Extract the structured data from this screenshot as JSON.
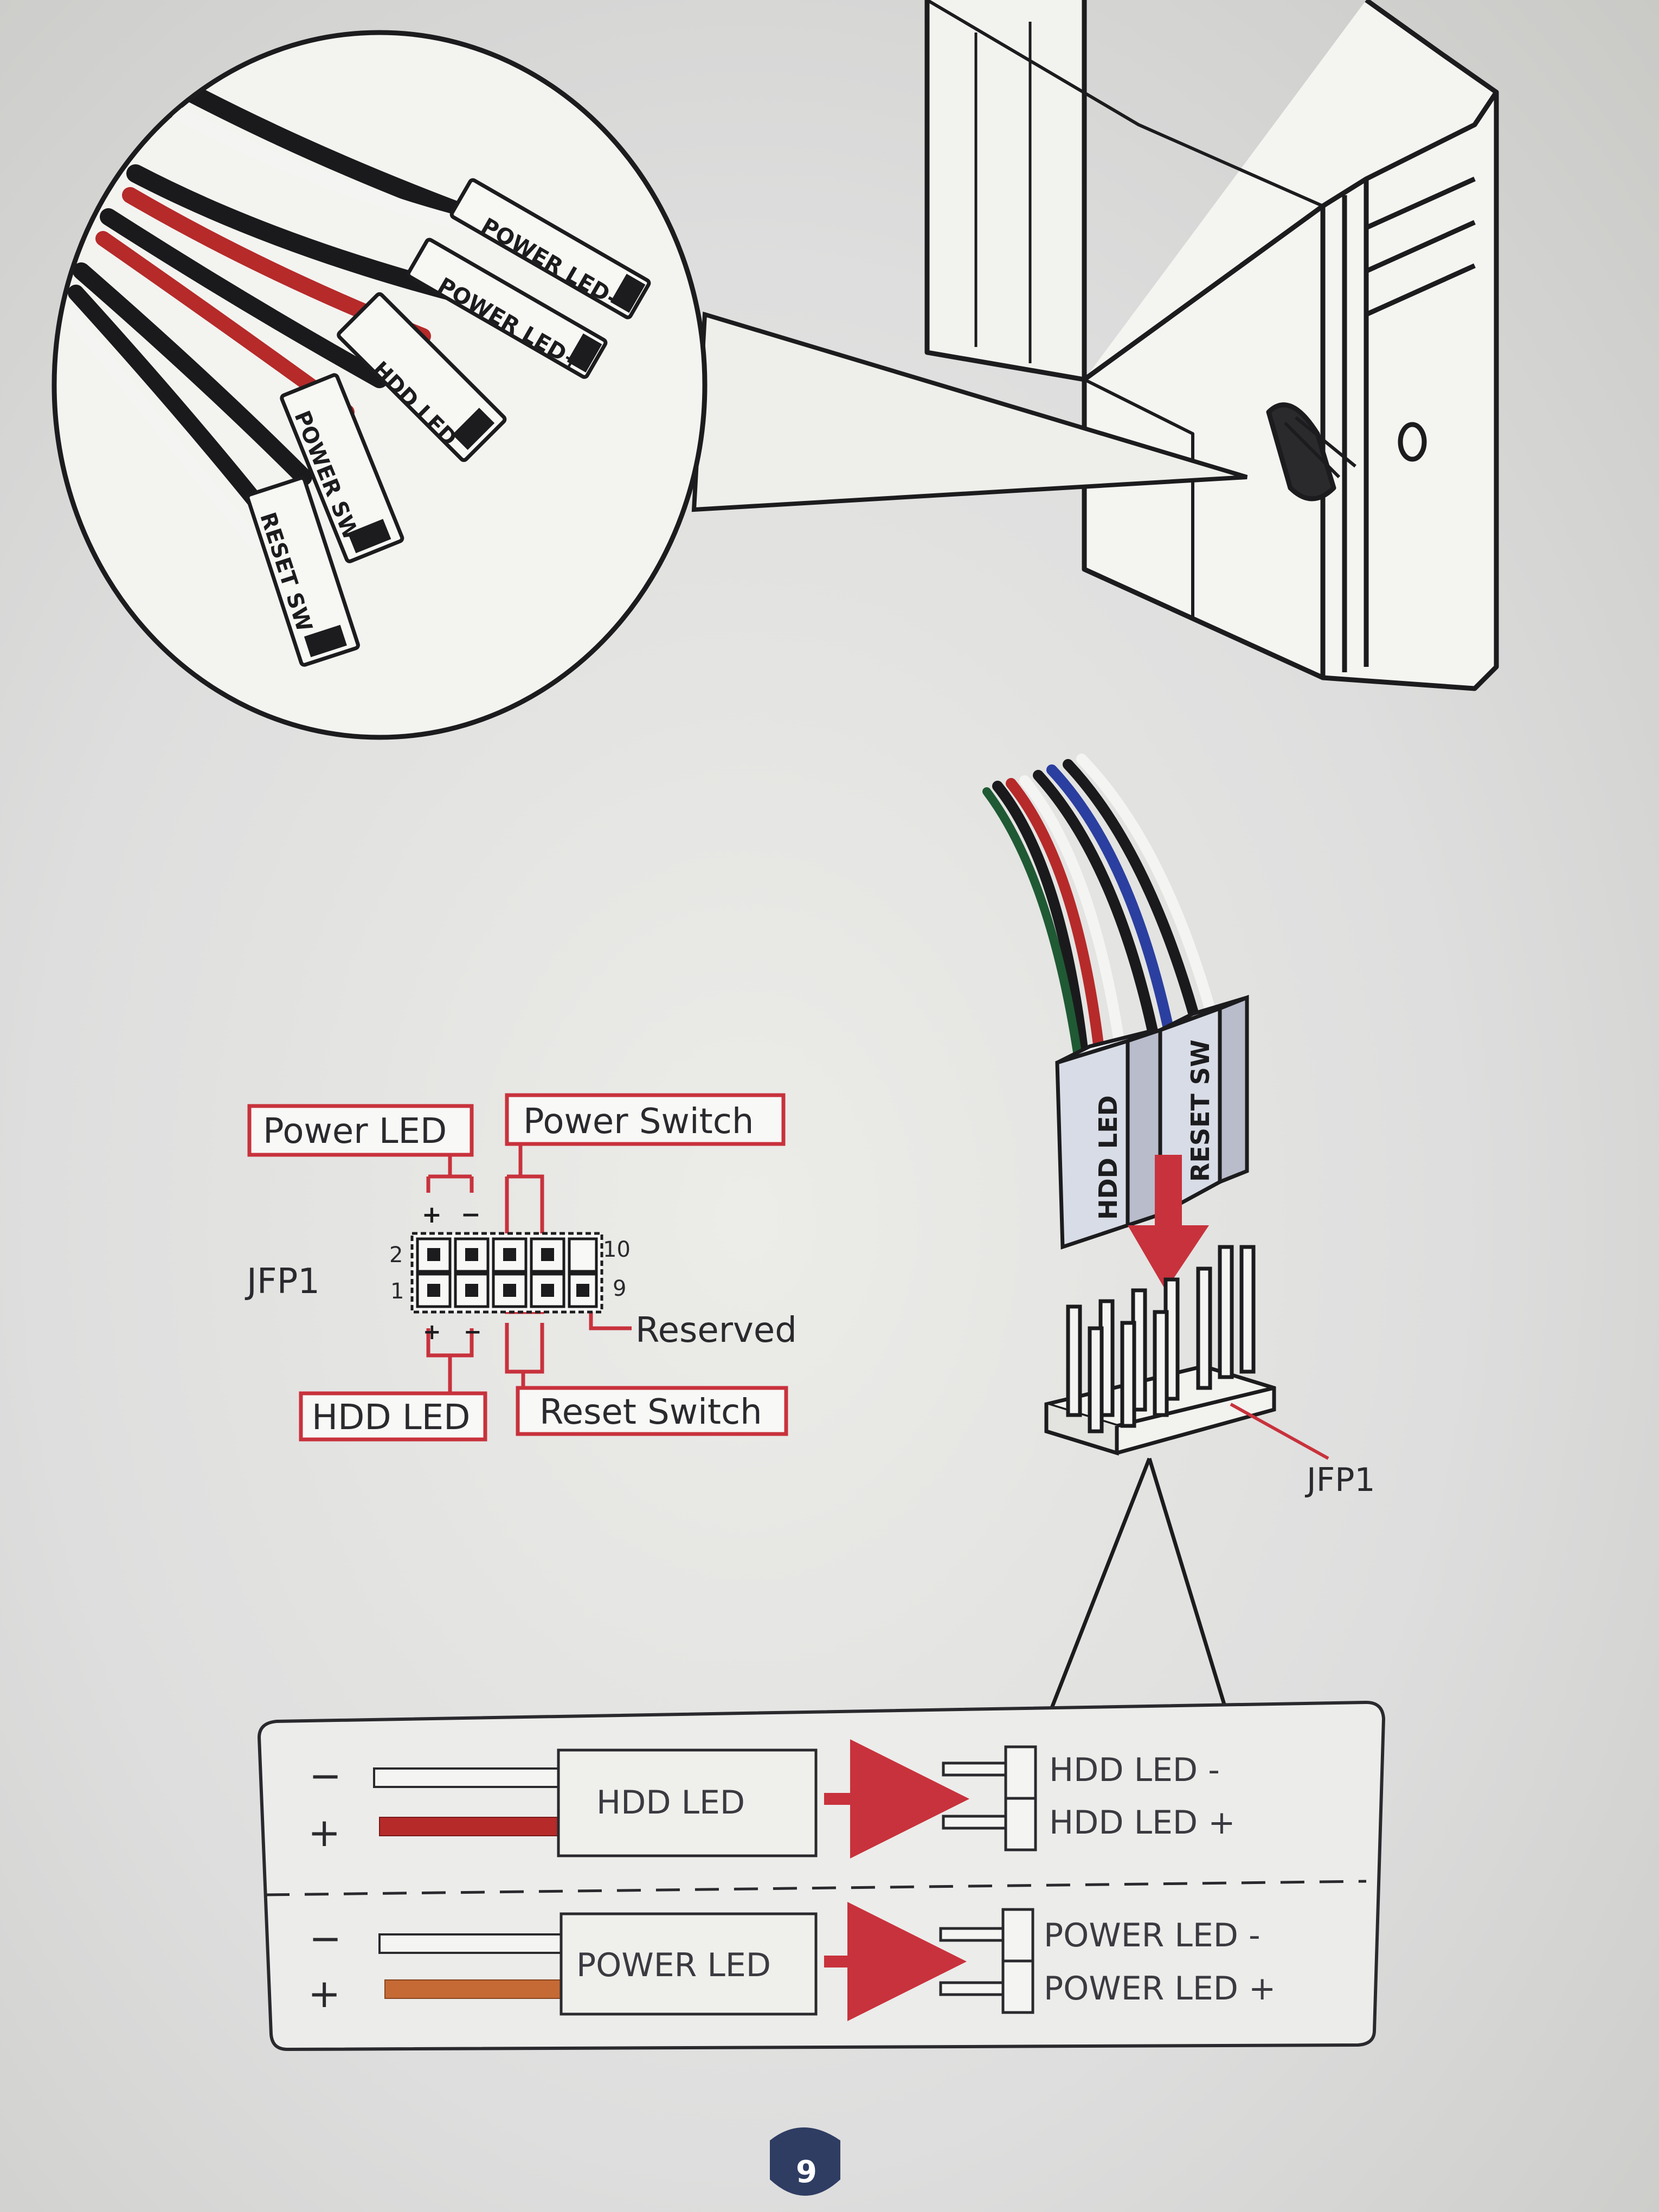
{
  "connectors": {
    "power_led_minus": "POWER LED-",
    "power_led_plus": "POWER LED+",
    "hdd_led": "HDD LED",
    "power_sw": "POWER SW",
    "reset_sw": "RESET SW"
  },
  "plug": {
    "hdd_led": "HDD LED",
    "reset_sw": "RESET SW"
  },
  "pinout": {
    "header_name": "JFP1",
    "power_led": "Power LED",
    "power_switch": "Power Switch",
    "hdd_led": "HDD LED",
    "reset_switch": "Reset Switch",
    "reserved": "Reserved",
    "pin_2": "2",
    "pin_1": "1",
    "pin_10": "10",
    "pin_9": "9",
    "plus": "+",
    "minus": "−"
  },
  "header_label": "JFP1",
  "polarity": {
    "row1": {
      "minus": "−",
      "plus": "+",
      "plug_label": "HDD LED",
      "pin_minus": "HDD LED -",
      "pin_plus": "HDD LED +"
    },
    "row2": {
      "minus": "−",
      "plus": "+",
      "plug_label": "POWER LED",
      "pin_minus": "POWER LED -",
      "pin_plus": "POWER LED +"
    }
  },
  "page_number": "9",
  "colors": {
    "accent_red": "#c8323c",
    "wire_red": "#b62a2a",
    "wire_blue": "#2b3fa0",
    "wire_green": "#1f5a34",
    "wire_orange": "#c56a35",
    "badge": "#2f3d63"
  }
}
